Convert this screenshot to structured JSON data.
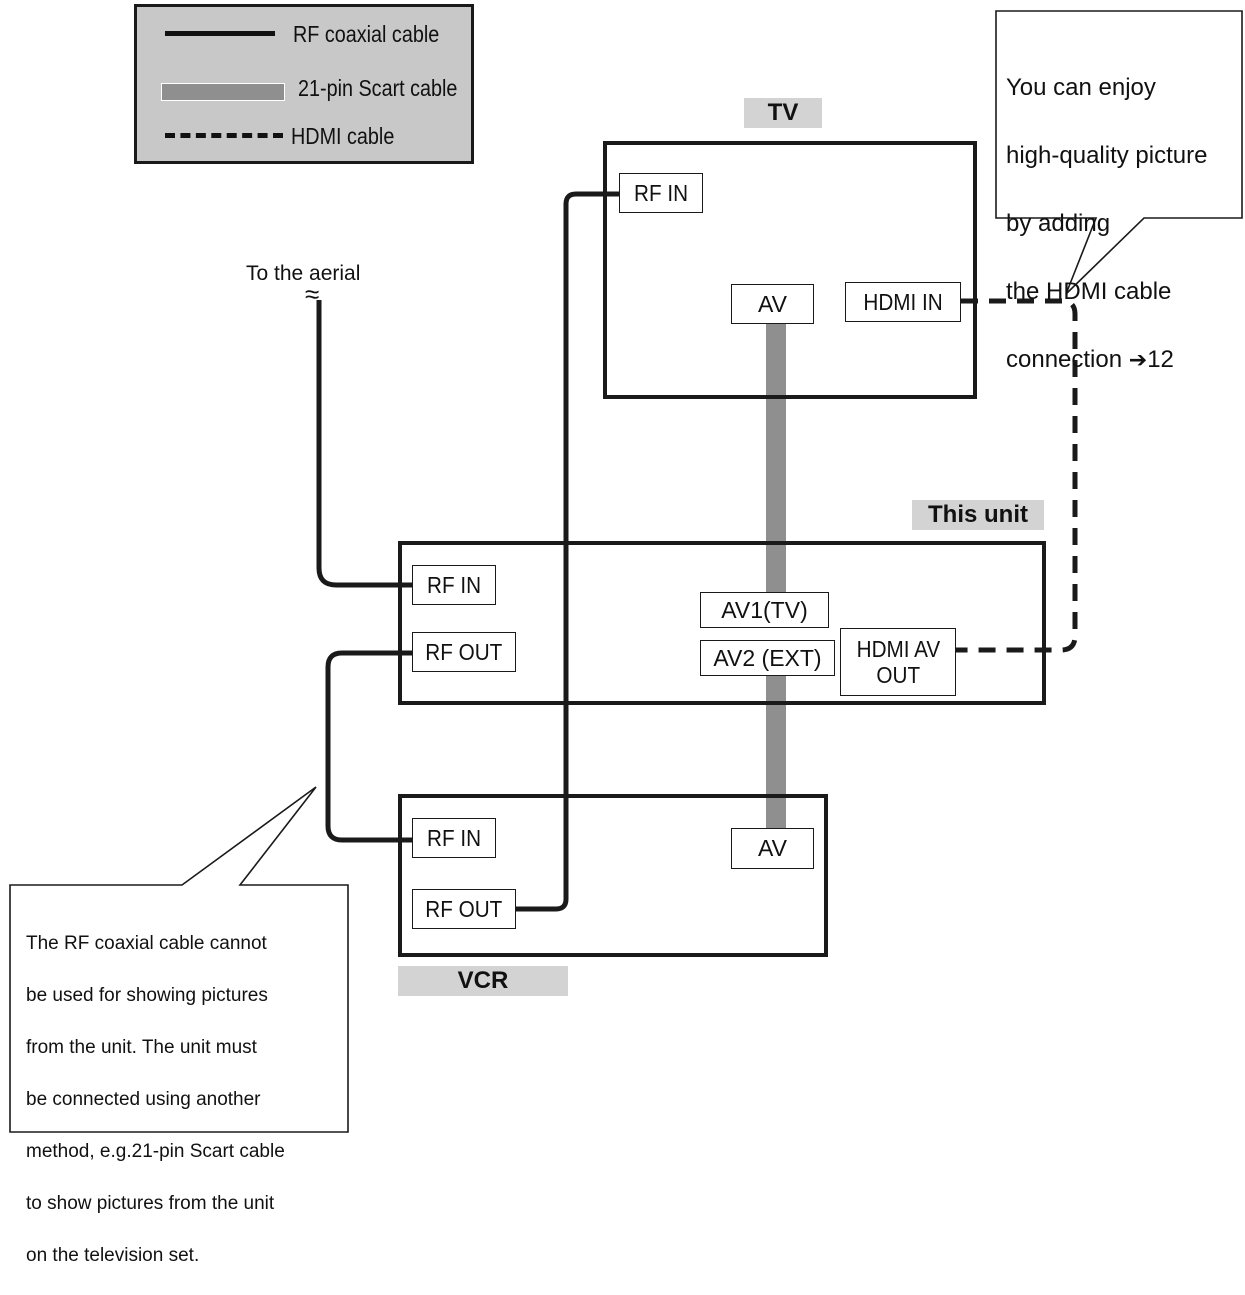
{
  "legend": {
    "rf_label": "RF coaxial cable",
    "scart_label": "21-pin Scart cable",
    "hdmi_label": "HDMI cable"
  },
  "devices": {
    "tv": {
      "label": "TV",
      "ports": {
        "rf_in": "RF IN",
        "av": "AV",
        "hdmi_in": "HDMI IN"
      }
    },
    "unit": {
      "label": "This unit",
      "ports": {
        "rf_in": "RF IN",
        "rf_out": "RF OUT",
        "av1": "AV1(TV)",
        "av2": "AV2 (EXT)",
        "hdmi_av_out_line1": "HDMI AV",
        "hdmi_av_out_line2": "OUT"
      }
    },
    "vcr": {
      "label": "VCR",
      "ports": {
        "rf_in": "RF IN",
        "rf_out": "RF OUT",
        "av": "AV"
      }
    }
  },
  "aerial_label": "To the aerial",
  "aerial_symbol": "≈",
  "callouts": {
    "hdmi_tip": {
      "lines": [
        "You can enjoy",
        "high-quality picture",
        "by adding",
        "the HDMI cable",
        "connection"
      ],
      "arrow": "➔",
      "page_ref": "12"
    },
    "rf_note": {
      "lines": [
        "The RF coaxial cable cannot",
        "be used for showing pictures",
        "from the unit. The unit must",
        "be connected using another",
        "method, e.g.21-pin Scart cable",
        "to show pictures from the unit",
        "on the television set."
      ]
    }
  },
  "colors": {
    "line": "#1a1a1a",
    "scart": "#8f8f8f",
    "label_fill": "#d3d3d3",
    "legend_fill": "#c8c8c8"
  }
}
